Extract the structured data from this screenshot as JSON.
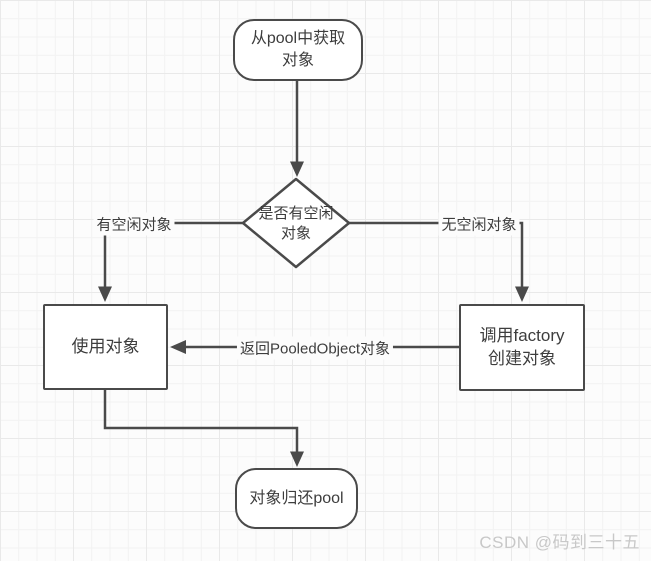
{
  "flowchart": {
    "nodes": {
      "start": {
        "line1": "从pool中获取",
        "line2": "对象"
      },
      "decision": {
        "line1": "是否有空闲",
        "line2": "对象"
      },
      "use_object": {
        "line1": "使用对象"
      },
      "create_object": {
        "line1": "调用factory",
        "line2": "创建对象"
      },
      "return_pool": {
        "line1": "对象归还pool"
      }
    },
    "edge_labels": {
      "has_idle": "有空闲对象",
      "no_idle": "无空闲对象",
      "return_pooled": "返回PooledObject对象"
    }
  },
  "watermark": {
    "text": "CSDN @码到三十五"
  },
  "colors": {
    "stroke": "#4a4a4a",
    "text": "#3d3d3d",
    "node_fill": "#ffffff",
    "background": "#fcfcfc",
    "grid_minor": "#f2f2f2",
    "grid_major": "#e9e9e9",
    "watermark": "#c8c8c8"
  }
}
